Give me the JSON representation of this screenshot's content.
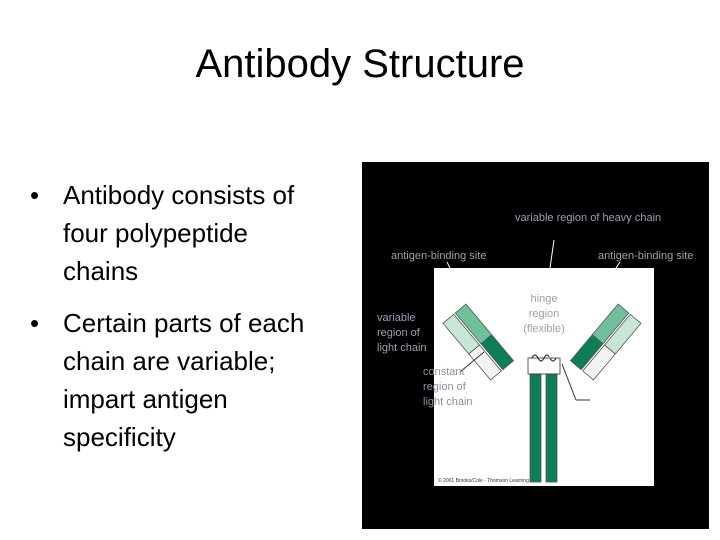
{
  "title": "Antibody Structure",
  "bullets": [
    "Antibody consists of four polypeptide chains",
    "Certain parts of each chain are variable; impart antigen specificity"
  ],
  "bullet_symbol": "•",
  "figure": {
    "labels": {
      "variable_heavy": "variable region of heavy chain",
      "antigen_binding_left": "antigen-binding site",
      "antigen_binding_right": "antigen-binding site",
      "hinge": "hinge region (flexible)",
      "variable_light": "variable region of light chain",
      "constant_light": "constant region of light chain",
      "copyright": "© 2001 Brooks/Cole - Thomson Learning"
    },
    "colors": {
      "background": "#000000",
      "panel": "#ffffff",
      "heavy_constant": "#0f7d56",
      "heavy_variable": "#6fbf9a",
      "light_variable": "#c8e6d6",
      "light_constant": "#f2f2f2",
      "label_text": "#9aa0b0"
    }
  }
}
